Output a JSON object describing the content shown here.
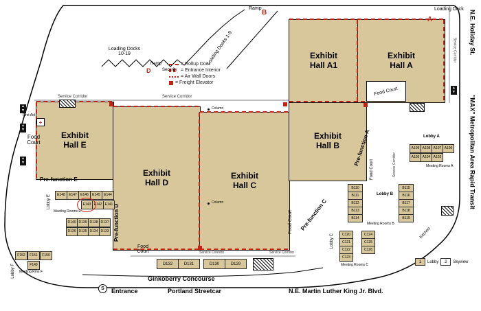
{
  "colors": {
    "hall_tan": "#d7c79a",
    "accent_red": "#c22415",
    "outline": "#000000"
  },
  "streets": {
    "holiday": "N.E. Holiday St.",
    "max": "\"MAX\" Metropolitan Area Rapid Transit",
    "mlk": "N.E. Martin Luther King Jr. Blvd.",
    "streetcar": "Portland Streetcar",
    "entrance": "Entrance",
    "concourse": "Ginkoberry Concourse"
  },
  "top": {
    "loading_dock": "Loading Dock",
    "loading_docks_19": "Loading Docks 1-9",
    "loading_docks_1019": "Loading Docks 10-19",
    "ramp_a": "A",
    "ramp_b": "B",
    "ramp_d": "D"
  },
  "legend": {
    "rollup": "= Rollup Door",
    "entrance_interior": "= Entrance Interior",
    "air_wall": "= Air Wall Doors",
    "freight": "= Freight Elevator"
  },
  "halls": {
    "a1": "Exhibit Hall A1",
    "a": "Exhibit Hall A",
    "b": "Exhibit Hall B",
    "c": "Exhibit Hall C",
    "d": "Exhibit Hall D",
    "e": "Exhibit Hall E"
  },
  "prefunction": {
    "a": "Pre-function A",
    "c": "Pre-function C",
    "d": "Pre-function D",
    "e": "Pre-function E"
  },
  "labels": {
    "service_corridor": "Service Corridor",
    "food_court": "Food Court",
    "column": "Column",
    "first_aid": "First Aid",
    "kitchen": "Kitchen",
    "security": "Security",
    "ramp": "Ramp",
    "s_stop": "S",
    "aid_cross": "+",
    "elevator_arrows": "▲▼"
  },
  "lobbies": {
    "a": "Lobby A",
    "b": "Lobby B",
    "c": "Lobby C",
    "e": "Lobby E",
    "f": "Lobby F"
  },
  "meeting": {
    "a": "Meeting Rooms A",
    "b": "Meeting Rooms B",
    "c": "Meeting Rooms C",
    "e": "Meeting Rooms E",
    "f": "Meeting Rms F"
  },
  "rooms": {
    "a": [
      "A109",
      "A108",
      "A107",
      "A106",
      "A105",
      "A104",
      "A103"
    ],
    "b": [
      "B110",
      "B111",
      "B112",
      "B113",
      "B114",
      "B115",
      "B116",
      "B117",
      "B118",
      "B119"
    ],
    "c": [
      "C120",
      "C121",
      "C122",
      "C123",
      "C124",
      "C125",
      "C126"
    ],
    "d_cluster": [
      "D140",
      "D139",
      "D138",
      "D137",
      "D136",
      "D135",
      "D134",
      "D133"
    ],
    "d_strip": [
      "D132",
      "D131",
      "D130",
      "D129"
    ],
    "e": [
      "E148",
      "E147",
      "E146",
      "E145",
      "E144",
      "E143",
      "E142",
      "E141"
    ],
    "f": [
      "F152",
      "F151",
      "F150",
      "F149"
    ]
  },
  "key": {
    "one": "1",
    "one_label": "Lobby",
    "two": "2",
    "two_label": "Skyview"
  }
}
